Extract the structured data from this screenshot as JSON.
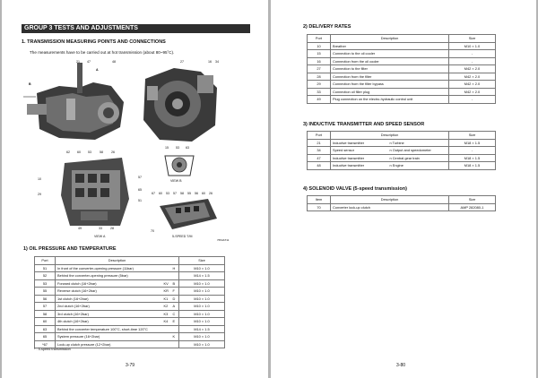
{
  "left": {
    "group_title": "GROUP  3  TESTS AND ADJUSTMENTS",
    "section_title": "1. TRANSMISSION MEASURING POINTS AND CONNECTIONS",
    "intro": "The measurements have to be carried out at hot transmission (about 80~95˚C).",
    "figure_labels": {
      "top_left": [
        "21",
        "47",
        "48"
      ],
      "top_right": [
        "27",
        "16",
        34
      ],
      "view_b": "VIEW B",
      "view_b_nums": [
        "15",
        "53",
        "63"
      ],
      "view_a": "VIEW A",
      "view_a_top": [
        "62",
        "60",
        "53",
        "58",
        "26"
      ],
      "view_a_right": [
        "57",
        "65",
        "51"
      ],
      "view_a_left": [
        "10",
        "29"
      ],
      "view_a_bottom": [
        "49",
        "33",
        "28"
      ],
      "tm_label": "5-SPEED T/M",
      "tm_nums": [
        "67",
        "60",
        "53",
        "57",
        "58",
        "55",
        "56",
        "60",
        "26"
      ],
      "tm_side": [
        "70"
      ],
      "arrow_a": "A",
      "arrow_b": "B",
      "fig_code": "7654AT11"
    },
    "oil_title": "1) OIL PRESSURE AND TEMPERATURE",
    "oil_table": {
      "headers": [
        "Port",
        "Description",
        "Size"
      ],
      "rows": [
        {
          "port": "51",
          "desc": "In front of the converter-opening pressure (11bar)",
          "c1": "",
          "c2": "H",
          "size": "M10 × 1.0"
        },
        {
          "port": "52",
          "desc": "Behind the converter-opening pressure (5bar)",
          "c1": "",
          "c2": "",
          "size": "M14 × 1.5"
        },
        {
          "port": "53",
          "desc": "Forward clutch (16+2bar)",
          "c1": "KV",
          "c2": "B",
          "size": "M10 × 1.0"
        },
        {
          "port": "55",
          "desc": "Reverse clutch (16+2bar)",
          "c1": "KR",
          "c2": "F",
          "size": "M10 × 1.0"
        },
        {
          "port": "56",
          "desc": "1st clutch (16+2bar)",
          "c1": "K1",
          "c2": "D",
          "size": "M10 × 1.0"
        },
        {
          "port": "57",
          "desc": "2nd clutch (16+2bar)",
          "c1": "K2",
          "c2": "A",
          "size": "M10 × 1.0"
        },
        {
          "port": "58",
          "desc": "3rd clutch (16+2bar)",
          "c1": "K3",
          "c2": "C",
          "size": "M10 × 1.0"
        },
        {
          "port": "60",
          "desc": "4th clutch (16+2bar)",
          "c1": "K4",
          "c2": "E",
          "size": "M10 × 1.0"
        },
        {
          "port": "63",
          "desc": "Behind the converter temperature 100˚C, short-time 120˚C",
          "c1": "",
          "c2": "",
          "size": "M14 × 1.5"
        },
        {
          "port": "65",
          "desc": "System pressure (16+2bar)",
          "c1": "",
          "c2": "K",
          "size": "M10 × 1.0"
        },
        {
          "port": "*67",
          "desc": "Lock-up clutch pressure (12+2bar)",
          "c1": "",
          "c2": "",
          "size": "M10 × 1.0"
        }
      ]
    },
    "footnote": "* : 5-speed transmission",
    "page_number": "3-79"
  },
  "right": {
    "delivery_title": "2) DELIVERY RATES",
    "delivery_table": {
      "headers": [
        "Port",
        "Description",
        "Size"
      ],
      "rows": [
        {
          "port": "10",
          "desc": "Breather",
          "size": "M10 × 1.0"
        },
        {
          "port": "15",
          "desc": "Connection to the oil cooler",
          "size": "-"
        },
        {
          "port": "16",
          "desc": "Connection from the oil cooler",
          "size": "-"
        },
        {
          "port": "27",
          "desc": "Connection to the filter",
          "size": "M42 × 2.0"
        },
        {
          "port": "28",
          "desc": "Connection from the filter",
          "size": "M42 × 2.0"
        },
        {
          "port": "29",
          "desc": "Connection from the filter bypass",
          "size": "M42 × 2.0"
        },
        {
          "port": "33",
          "desc": "Connection oil filler plug",
          "size": "M42 × 2.0"
        },
        {
          "port": "49",
          "desc": "Plug connection on the electro-hydraulic control unit",
          "size": "-"
        }
      ]
    },
    "inductive_title": "3) INDUCTIVE TRANSMITTER AND SPEED SENSOR",
    "inductive_table": {
      "headers": [
        "Port",
        "Description",
        "Size"
      ],
      "rows": [
        {
          "port": "21",
          "desc": "Inductive transmitter",
          "detail": "n Turbine",
          "size": "M18 × 1.5"
        },
        {
          "port": "34",
          "desc": "Speed sensor",
          "detail": "n Output and speedometer",
          "size": "-"
        },
        {
          "port": "47",
          "desc": "Inductive transmitter",
          "detail": "n Central gear train",
          "size": "M18 × 1.5"
        },
        {
          "port": "48",
          "desc": "Inductive transmitter",
          "detail": "n Engine",
          "size": "M18 × 1.5"
        }
      ]
    },
    "solenoid_title": "4) SOLENOID VALVE (5-speed transmission)",
    "solenoid_table": {
      "headers": [
        "Item",
        "Description",
        "Size"
      ],
      "rows": [
        {
          "port": "70",
          "desc": "Converter lock-up clutch",
          "size": "AMP 282080-1"
        }
      ]
    },
    "page_number": "3-80"
  }
}
